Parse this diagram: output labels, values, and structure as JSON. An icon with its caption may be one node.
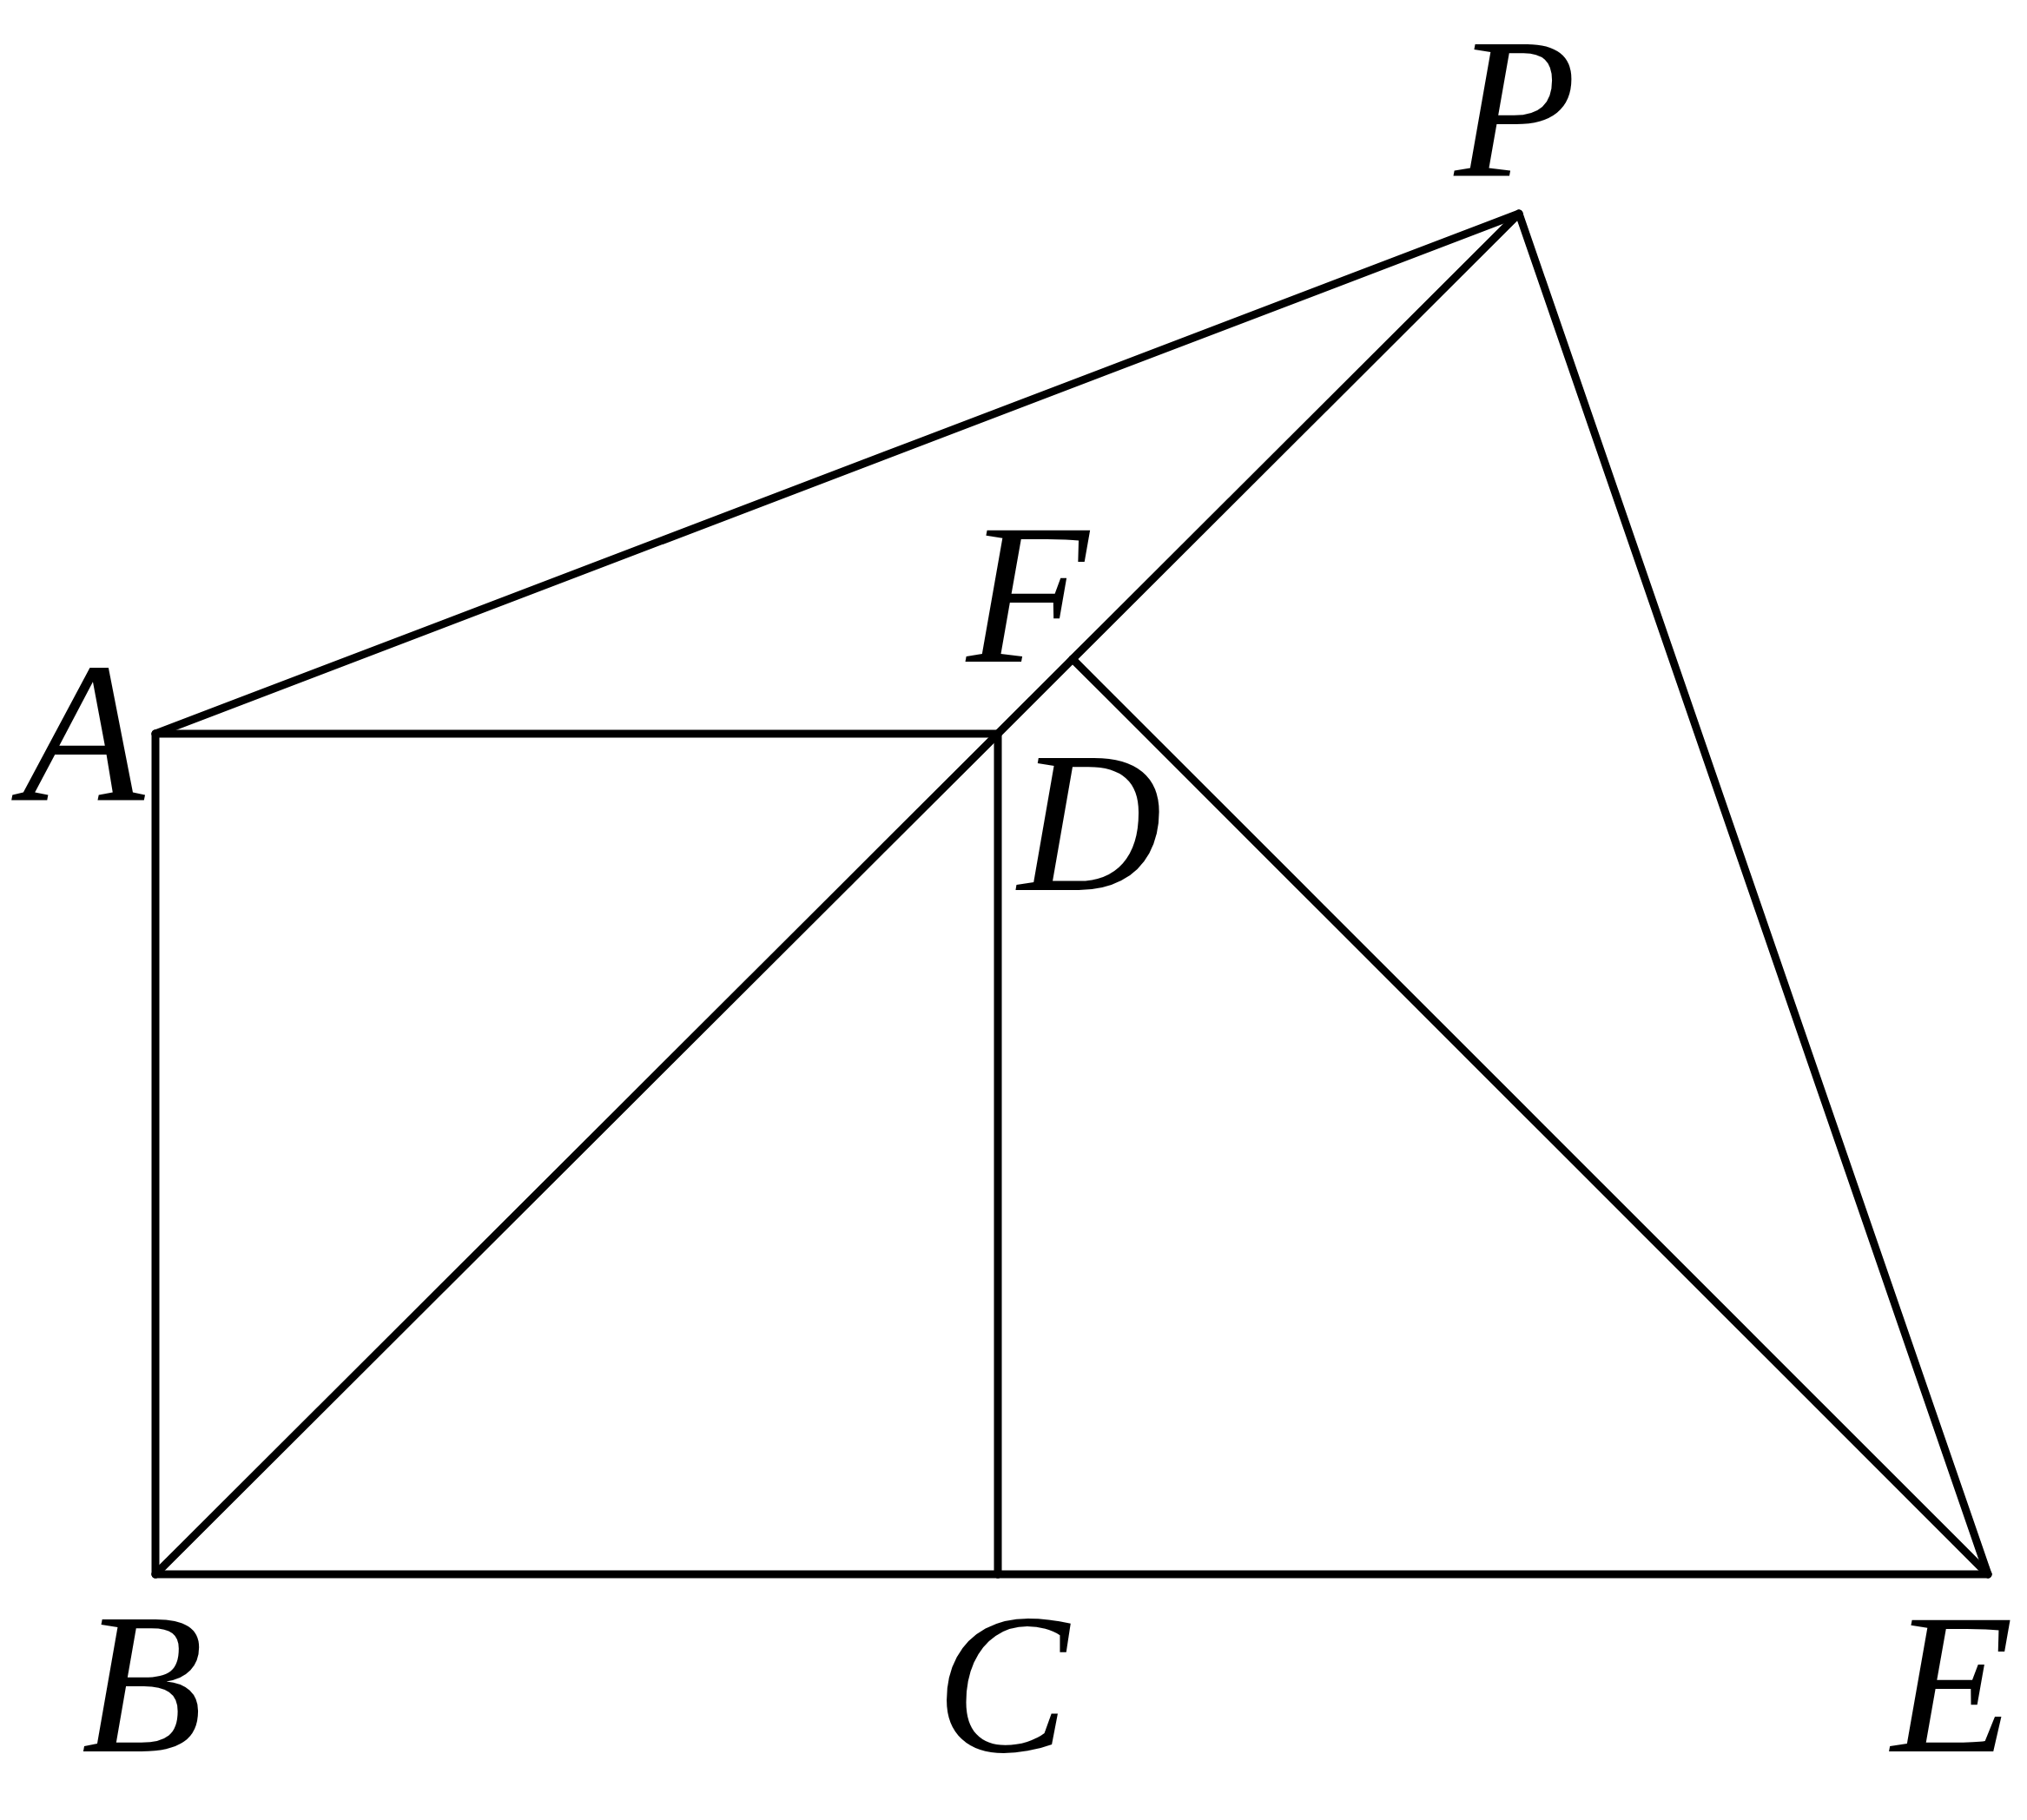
{
  "diagram": {
    "nodes": [
      {
        "text": [
          "P"
        ]
      },
      {
        "text": [
          "F"
        ]
      },
      {
        "text": [
          "A"
        ]
      },
      {
        "text": [
          "D"
        ]
      },
      {
        "text": [
          "B"
        ]
      },
      {
        "text": [
          "C"
        ]
      },
      {
        "text": [
          "E"
        ]
      }
    ],
    "edges": [
      {
        "from": 2,
        "to": 0,
        "arrow": "none"
      },
      {
        "from": 2,
        "to": 3,
        "arrow": "none"
      },
      {
        "from": 2,
        "to": 4,
        "arrow": "none"
      },
      {
        "from": 4,
        "to": 5,
        "arrow": "none"
      },
      {
        "from": 5,
        "to": 6,
        "arrow": "none"
      },
      {
        "from": 5,
        "to": 3,
        "arrow": "none"
      },
      {
        "from": 4,
        "to": 3,
        "arrow": "none"
      },
      {
        "from": 3,
        "to": 1,
        "arrow": "none"
      },
      {
        "from": 1,
        "to": 0,
        "arrow": "none"
      },
      {
        "from": 1,
        "to": 6,
        "arrow": "none"
      },
      {
        "from": 0,
        "to": 6,
        "arrow": "none"
      }
    ]
  }
}
